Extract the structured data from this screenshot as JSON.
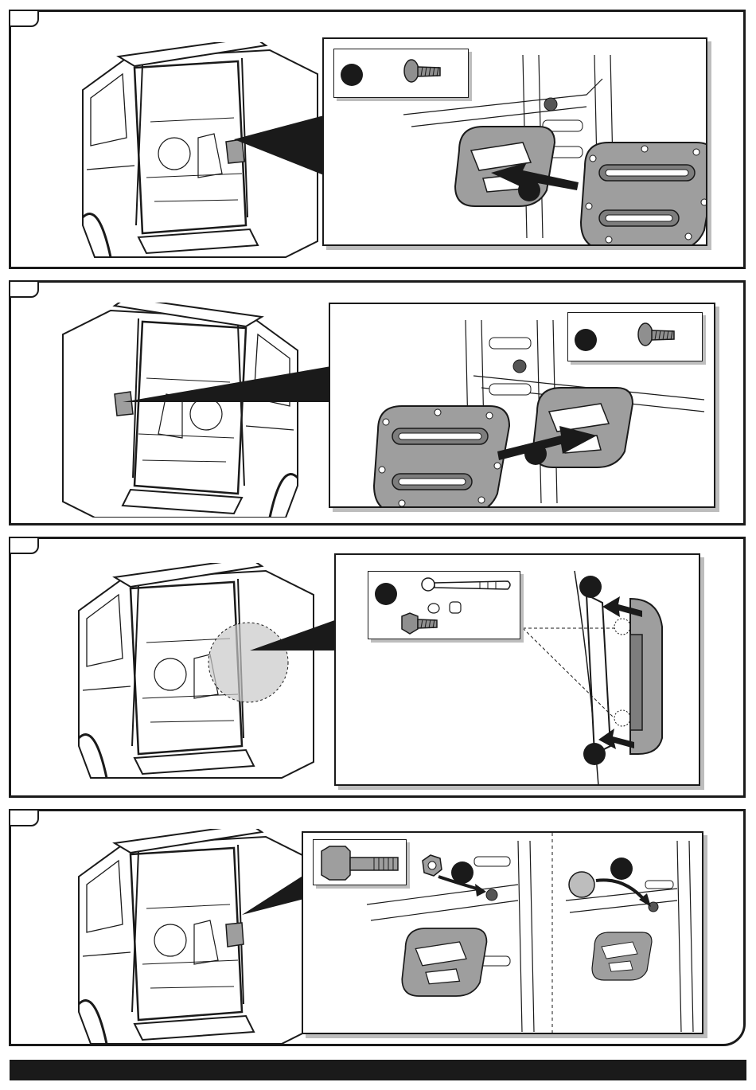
{
  "document": {
    "type": "installation-instructions",
    "steps": [
      {
        "id": "step-1",
        "icon_names": [
          "van-rear-view",
          "bolt-icon",
          "arrow-icon",
          "cover-plate"
        ]
      },
      {
        "id": "step-2",
        "icon_names": [
          "van-rear-view",
          "bolt-icon",
          "arrow-icon",
          "cover-plate"
        ]
      },
      {
        "id": "step-3",
        "icon_names": [
          "van-rear-view",
          "ratchet-icon",
          "socket-icon",
          "bolt-icon",
          "arrow-icon",
          "tow-bar-bracket"
        ]
      },
      {
        "id": "step-4",
        "icon_names": [
          "van-rear-view",
          "socket-icon",
          "nut-icon",
          "plug-icon",
          "arrow-icon"
        ]
      }
    ]
  },
  "colors": {
    "ink": "#1a1a1a",
    "shadow": "#bdbdbd",
    "plate": "#9e9e9e",
    "paper": "#ffffff"
  }
}
